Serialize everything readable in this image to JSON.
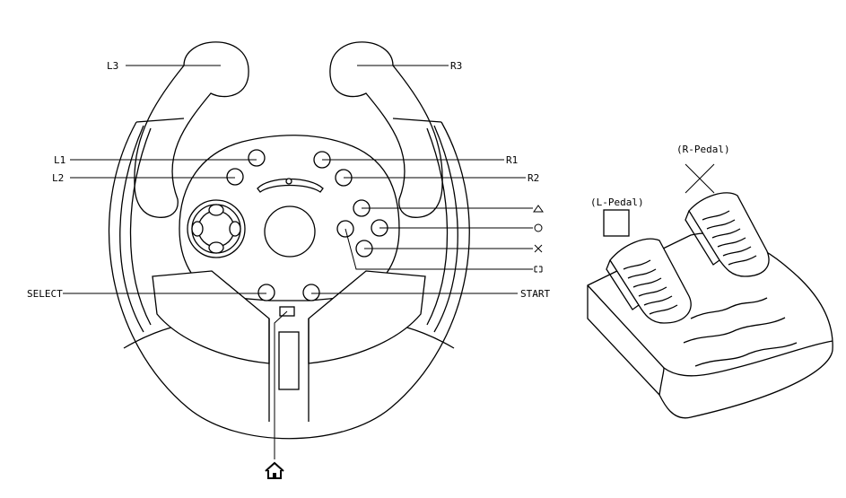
{
  "wheel": {
    "labels": {
      "l3": "L3",
      "r3": "R3",
      "l1": "L1",
      "r1": "R1",
      "l2": "L2",
      "r2": "R2",
      "select": "SELECT",
      "start": "START"
    },
    "face_buttons": [
      "triangle-icon",
      "circle-icon",
      "cross-icon",
      "square-icon"
    ],
    "home_icon": "home-icon"
  },
  "pedals": {
    "labels": {
      "right": "(R-Pedal)",
      "left": "(L-Pedal)"
    },
    "right_symbol": "cross-icon",
    "left_symbol": "square-icon"
  }
}
